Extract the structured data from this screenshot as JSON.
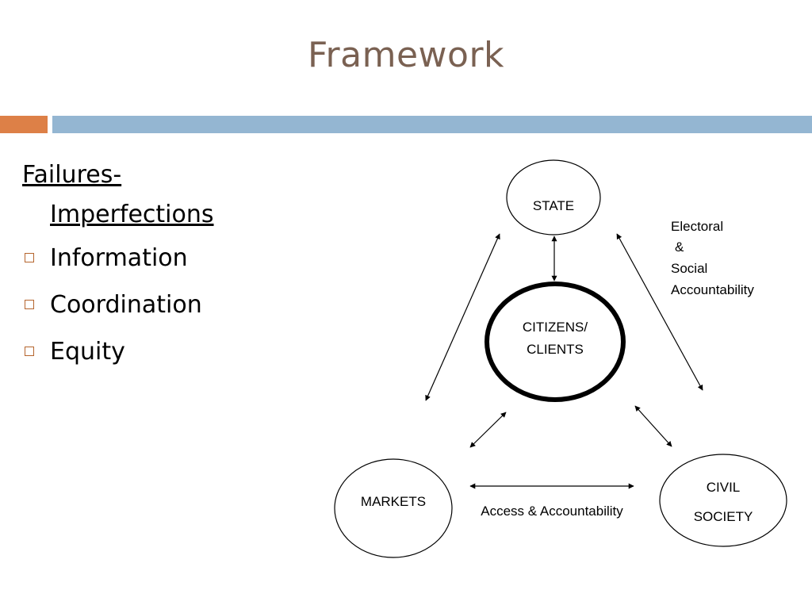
{
  "slide": {
    "title": "Framework"
  },
  "left_panel": {
    "heading_line1": "Failures-",
    "heading_line2": "Imperfections",
    "bullets": [
      "Information",
      "Coordination",
      "Equity"
    ]
  },
  "diagram": {
    "nodes": {
      "state": "STATE",
      "citizens_line1": "CITIZENS/",
      "citizens_line2": "CLIENTS",
      "markets": "MARKETS",
      "civil_line1": "CIVIL",
      "civil_line2": "SOCIETY"
    },
    "labels": {
      "electoral_line1": "Electoral",
      "electoral_line2": "&",
      "electoral_line3": "Social",
      "electoral_line4": "Accountability",
      "access": "Access & Accountability"
    }
  }
}
